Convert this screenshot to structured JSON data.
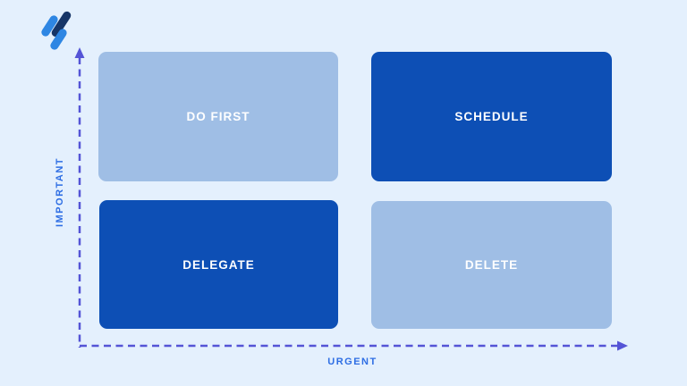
{
  "colors": {
    "background": "#e4f0fd",
    "quadrant_light": "#9fbee5",
    "quadrant_dark": "#0d4fb5",
    "quadrant_text": "#ffffff",
    "axis": "#5454d6",
    "axis_label": "#2e6ee4",
    "logo_light": "#2e86e3",
    "logo_dark": "#163567"
  },
  "icons": {
    "brand_logo": "three-slanted-bars-icon"
  },
  "axes": {
    "y_label": "IMPORTANT",
    "x_label": "URGENT"
  },
  "quadrants": [
    {
      "label": "DO FIRST",
      "tone": "light",
      "position": "top-left"
    },
    {
      "label": "SCHEDULE",
      "tone": "dark",
      "position": "top-right"
    },
    {
      "label": "DELEGATE",
      "tone": "dark",
      "position": "bottom-left"
    },
    {
      "label": "DELETE",
      "tone": "light",
      "position": "bottom-right"
    }
  ]
}
